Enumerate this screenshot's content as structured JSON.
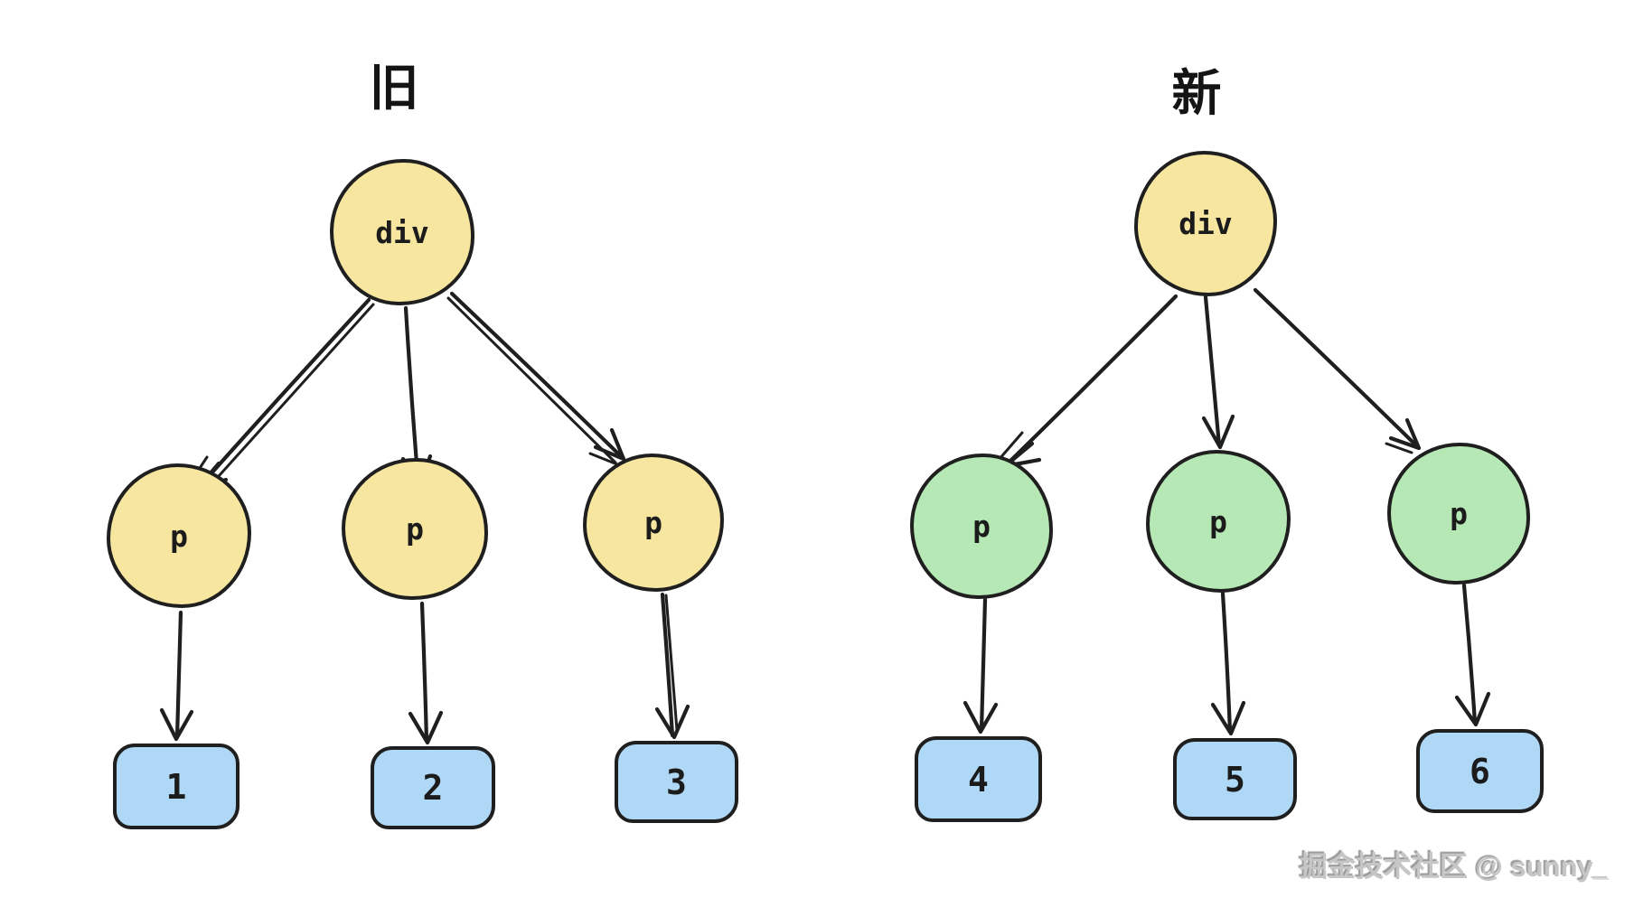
{
  "diagram": {
    "left_tree": {
      "title": "旧",
      "root_label": "div",
      "child_labels": [
        "p",
        "p",
        "p"
      ],
      "leaf_labels": [
        "1",
        "2",
        "3"
      ],
      "edges": [
        {
          "from": "div",
          "to": "p#1"
        },
        {
          "from": "div",
          "to": "p#2"
        },
        {
          "from": "div",
          "to": "p#3"
        },
        {
          "from": "p#1",
          "to": "1"
        },
        {
          "from": "p#2",
          "to": "2"
        },
        {
          "from": "p#3",
          "to": "3"
        }
      ]
    },
    "right_tree": {
      "title": "新",
      "root_label": "div",
      "child_labels": [
        "p",
        "p",
        "p"
      ],
      "leaf_labels": [
        "4",
        "5",
        "6"
      ],
      "edges": [
        {
          "from": "div",
          "to": "p#1"
        },
        {
          "from": "div",
          "to": "p#2"
        },
        {
          "from": "div",
          "to": "p#3"
        },
        {
          "from": "p#1",
          "to": "4"
        },
        {
          "from": "p#2",
          "to": "5"
        },
        {
          "from": "p#3",
          "to": "6"
        }
      ]
    }
  },
  "watermark": "掘金技术社区 @ sunny_",
  "colors": {
    "ink": "#1f1f1f",
    "node-yellow": "#f6e6a0",
    "node-green": "#b5e8b4",
    "node-blue": "#aed8f5"
  }
}
